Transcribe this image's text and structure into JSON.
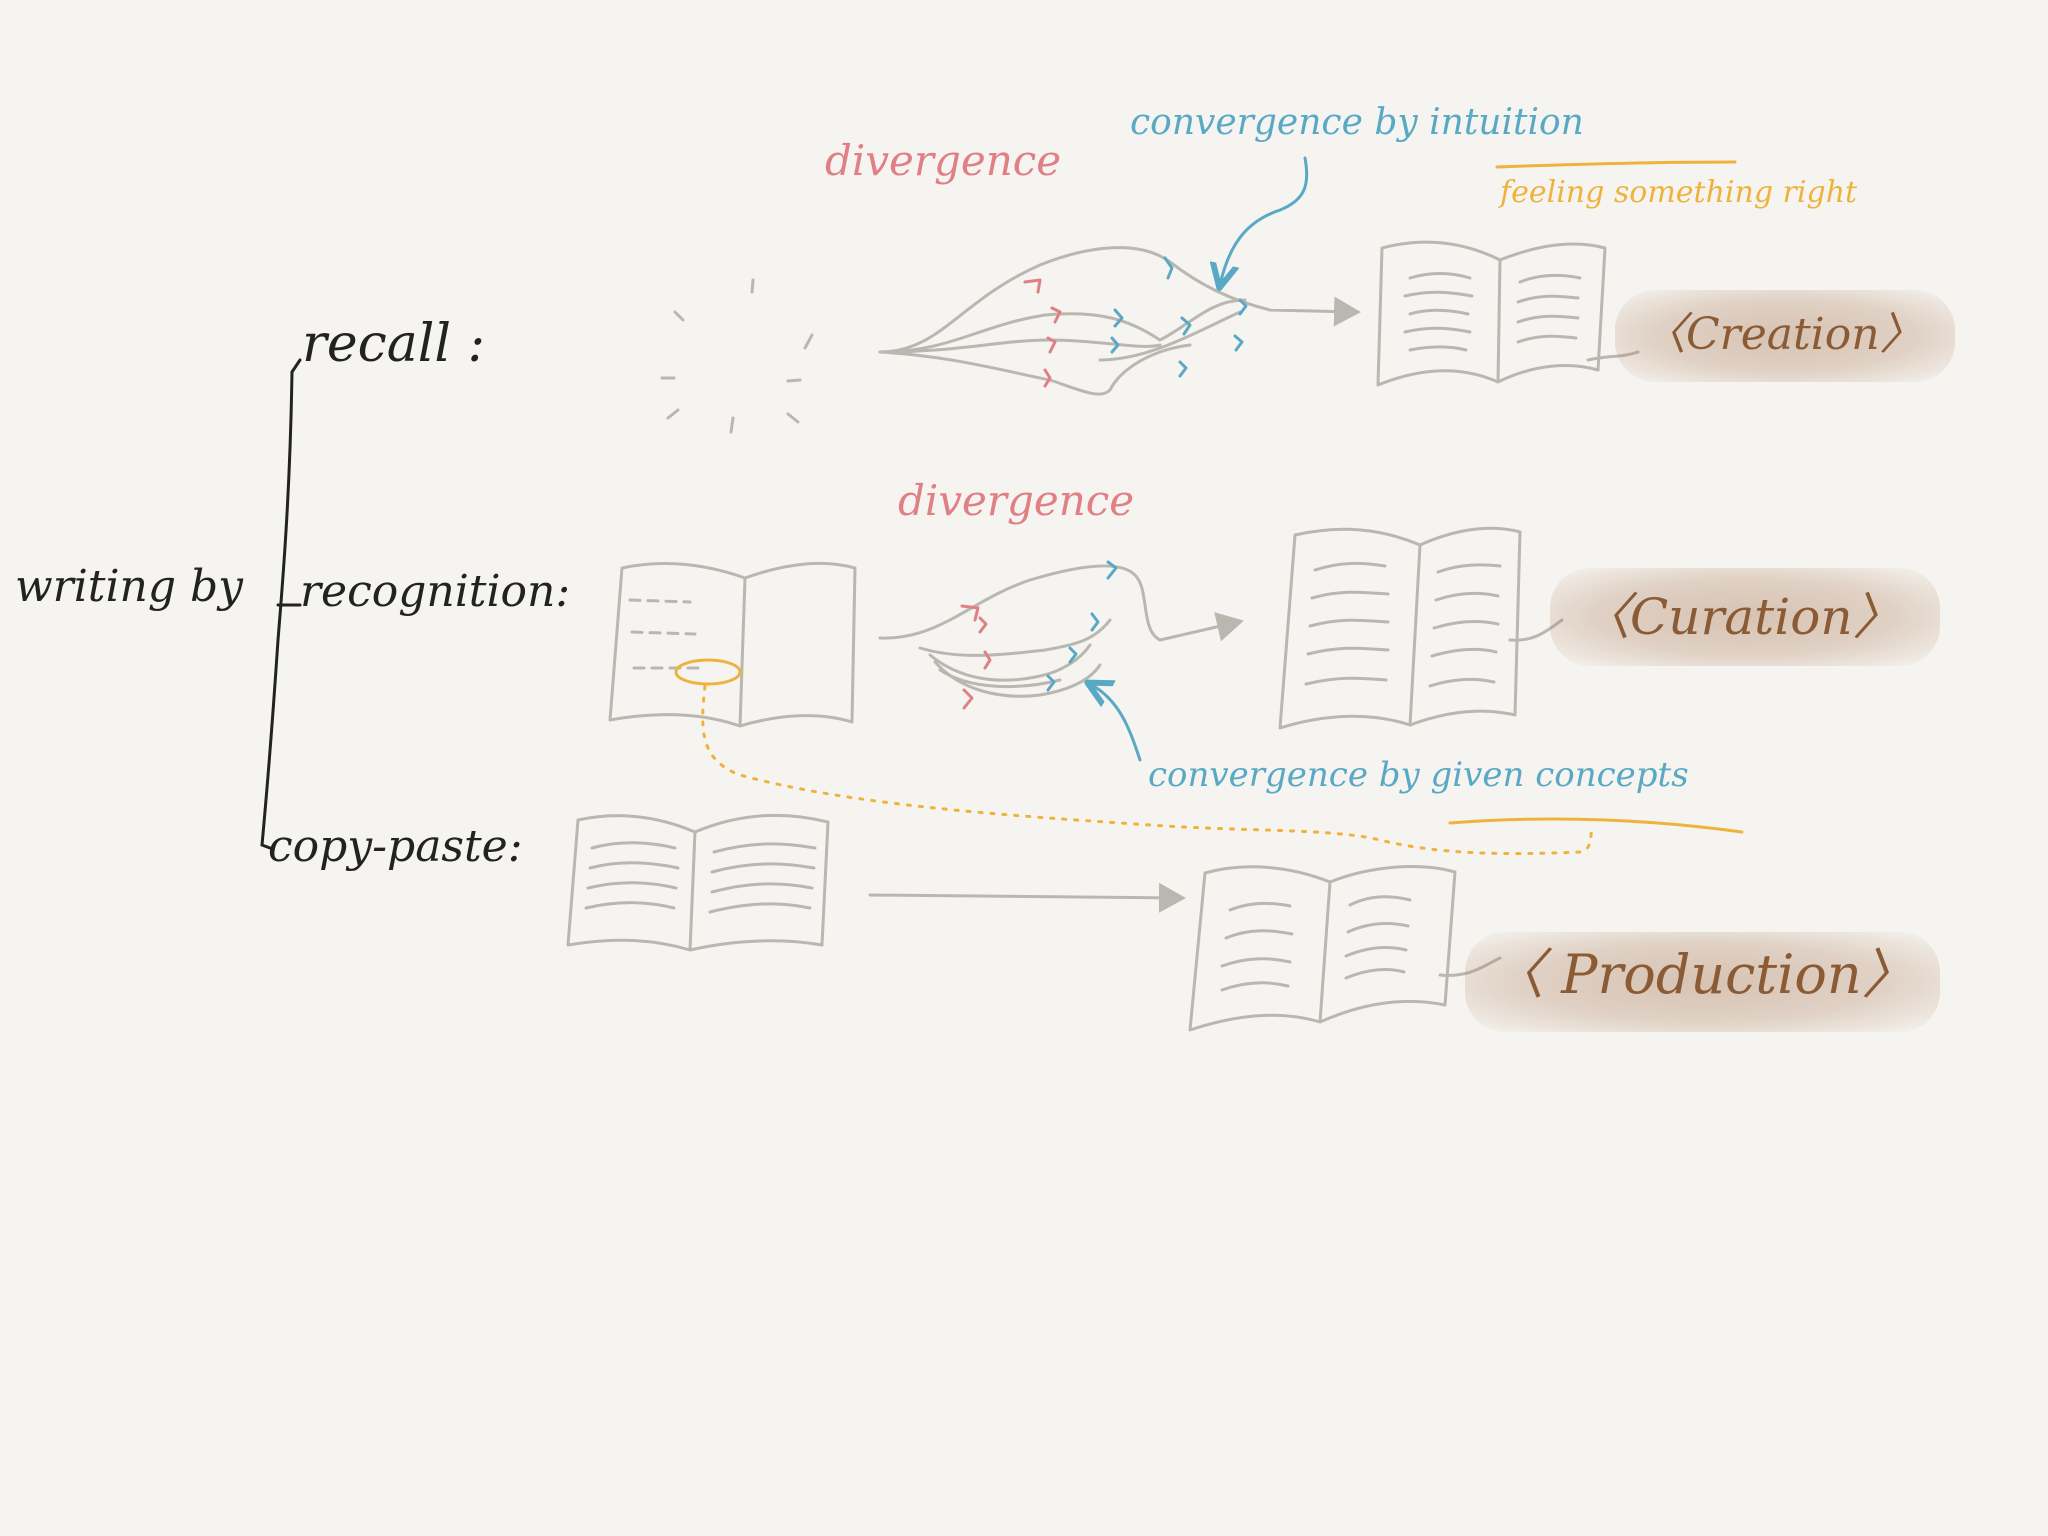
{
  "root": {
    "label": "writing by"
  },
  "branches": [
    {
      "label": "recall :",
      "outcome": "〈Creation〉"
    },
    {
      "label": "recognition:",
      "outcome": "〈Curation〉"
    },
    {
      "label": "copy-paste:",
      "outcome": "〈 Production〉"
    }
  ],
  "annotations": {
    "divergence_top": "divergence",
    "convergence_top": "convergence by intuition",
    "feeling": "feeling something right",
    "divergence_mid": "divergence",
    "convergence_mid": "convergence by given concepts"
  },
  "colors": {
    "ink": "#222222",
    "sketch": "#b9b7b0",
    "divergence": "#e07f84",
    "convergence": "#5aa9c4",
    "highlight": "#efb33d",
    "outcome": "#8a5b35",
    "background": "#f5f4f0"
  }
}
